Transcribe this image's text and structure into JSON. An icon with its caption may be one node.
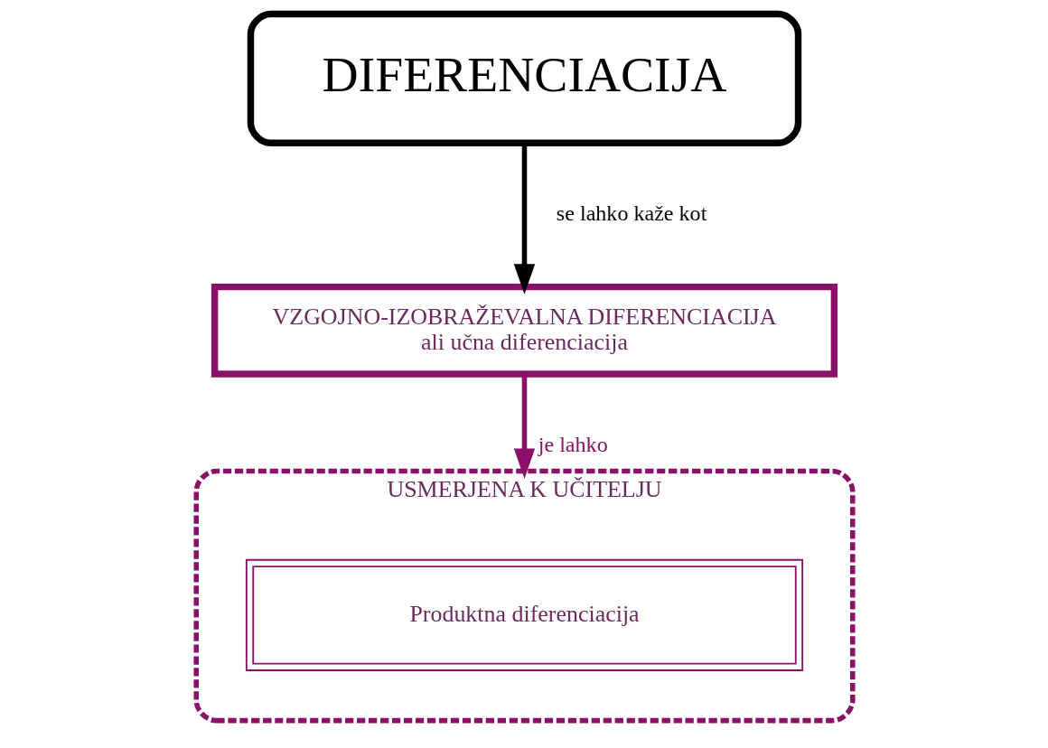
{
  "diagram": {
    "nodes": [
      {
        "text": [
          "DIFERENCIACIJA"
        ]
      },
      {
        "text": [
          "VZGOJNO-IZOBRAŽEVALNA DIFERENCIACIJA",
          "ali učna diferenciacija"
        ]
      },
      {
        "text": [
          "USMERJENA K UČITELJU"
        ]
      },
      {
        "text": [
          "Produktna diferenciacija"
        ],
        "in": 2
      }
    ],
    "edges": [
      {
        "from": 0,
        "to": 1,
        "arrow": "to",
        "label": "se lahko kaže kot"
      },
      {
        "from": 1,
        "to": 2,
        "arrow": "to",
        "label": "je lahko",
        "color": "#8b1068"
      }
    ]
  }
}
